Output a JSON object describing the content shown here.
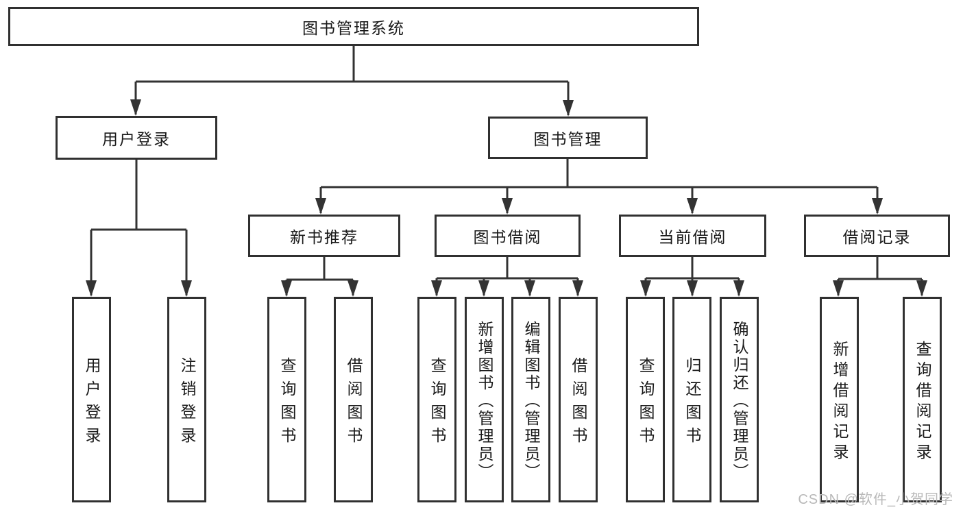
{
  "diagram_title": "图书管理系统",
  "tree": {
    "label": "图书管理系统",
    "children": [
      {
        "label": "用户登录",
        "children": [
          {
            "label": "用户登录"
          },
          {
            "label": "注销登录"
          }
        ]
      },
      {
        "label": "图书管理",
        "children": [
          {
            "label": "新书推荐",
            "children": [
              {
                "label": "查询图书"
              },
              {
                "label": "借阅图书"
              }
            ]
          },
          {
            "label": "图书借阅",
            "children": [
              {
                "label": "查询图书"
              },
              {
                "label": "新增图书（管理员）"
              },
              {
                "label": "编辑图书（管理员）"
              },
              {
                "label": "借阅图书"
              }
            ]
          },
          {
            "label": "当前借阅",
            "children": [
              {
                "label": "查询图书"
              },
              {
                "label": "归还图书"
              },
              {
                "label": "确认归还（管理员）"
              }
            ]
          },
          {
            "label": "借阅记录",
            "children": [
              {
                "label": "新增借阅记录"
              },
              {
                "label": "查询借阅记录"
              }
            ]
          }
        ]
      }
    ]
  },
  "watermark": {
    "text": "CSDN @软件_小贺同学"
  },
  "colors": {
    "line": "#333333",
    "box_border": "#303030",
    "text": "#1a1a1a",
    "watermark": "#b9b9b9",
    "background": "#ffffff"
  }
}
